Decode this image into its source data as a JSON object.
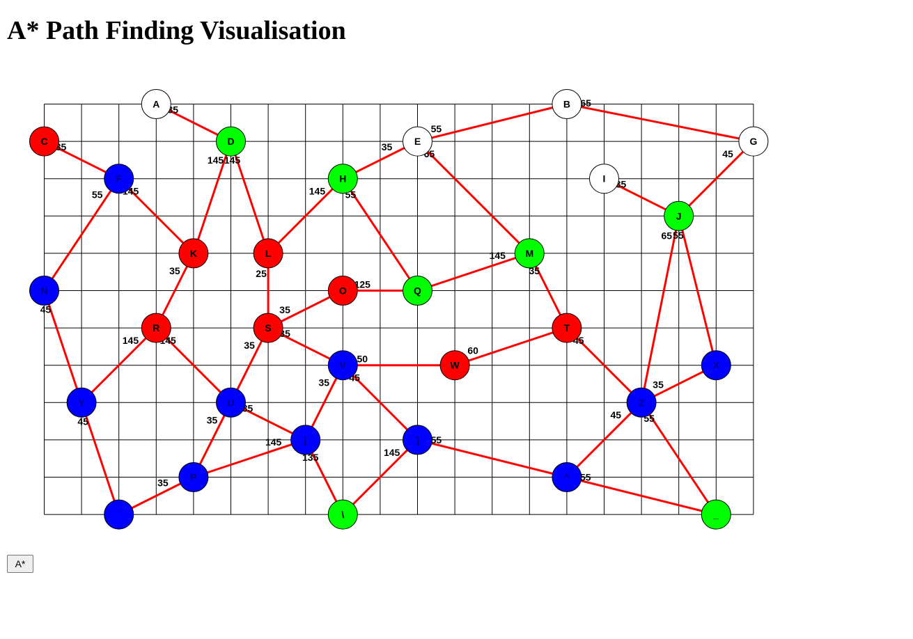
{
  "page": {
    "title": "A* Path Finding Visualisation",
    "run_button_label": "A*"
  },
  "colors": {
    "edge": "#ff0000",
    "grid": "#000000",
    "open": "#00ff00",
    "closed": "#ff0000",
    "unvisited": "#0000ff",
    "start": "#ffffff"
  },
  "graph": {
    "grid": {
      "cols": 19,
      "rows": 11
    },
    "nodes": [
      {
        "id": "A",
        "col": 3,
        "row": 0,
        "state": "start"
      },
      {
        "id": "B",
        "col": 14,
        "row": 0,
        "state": "start"
      },
      {
        "id": "C",
        "col": 0,
        "row": 1,
        "state": "closed"
      },
      {
        "id": "D",
        "col": 5,
        "row": 1,
        "state": "open"
      },
      {
        "id": "E",
        "col": 10,
        "row": 1,
        "state": "start"
      },
      {
        "id": "G",
        "col": 19,
        "row": 1,
        "state": "start"
      },
      {
        "id": "F",
        "col": 2,
        "row": 2,
        "state": "unvisited"
      },
      {
        "id": "H",
        "col": 8,
        "row": 2,
        "state": "open"
      },
      {
        "id": "I",
        "col": 15,
        "row": 2,
        "state": "start"
      },
      {
        "id": "J",
        "col": 17,
        "row": 3,
        "state": "open"
      },
      {
        "id": "K",
        "col": 4,
        "row": 4,
        "state": "closed"
      },
      {
        "id": "L",
        "col": 6,
        "row": 4,
        "state": "closed"
      },
      {
        "id": "M",
        "col": 13,
        "row": 4,
        "state": "open"
      },
      {
        "id": "N",
        "col": 0,
        "row": 5,
        "state": "unvisited"
      },
      {
        "id": "O",
        "col": 8,
        "row": 5,
        "state": "closed"
      },
      {
        "id": "Q",
        "col": 10,
        "row": 5,
        "state": "open"
      },
      {
        "id": "R",
        "col": 3,
        "row": 6,
        "state": "closed"
      },
      {
        "id": "S",
        "col": 6,
        "row": 6,
        "state": "closed"
      },
      {
        "id": "T",
        "col": 14,
        "row": 6,
        "state": "closed"
      },
      {
        "id": "V",
        "col": 8,
        "row": 7,
        "state": "unvisited"
      },
      {
        "id": "W",
        "col": 11,
        "row": 7,
        "state": "closed"
      },
      {
        "id": "X",
        "col": 18,
        "row": 7,
        "state": "unvisited"
      },
      {
        "id": "Y",
        "col": 1,
        "row": 8,
        "state": "unvisited"
      },
      {
        "id": "U",
        "col": 5,
        "row": 8,
        "state": "unvisited"
      },
      {
        "id": "Z",
        "col": 16,
        "row": 8,
        "state": "unvisited"
      },
      {
        "id": "[",
        "col": 7,
        "row": 9,
        "state": "unvisited"
      },
      {
        "id": "]",
        "col": 10,
        "row": 9,
        "state": "unvisited"
      },
      {
        "id": "P",
        "col": 4,
        "row": 10,
        "state": "unvisited"
      },
      {
        "id": "^",
        "col": 14,
        "row": 10,
        "state": "unvisited"
      },
      {
        "id": "`",
        "col": 2,
        "row": 11,
        "state": "unvisited"
      },
      {
        "id": "\\",
        "col": 8,
        "row": 11,
        "state": "open"
      },
      {
        "id": "_",
        "col": 18,
        "row": 11,
        "state": "open"
      }
    ],
    "edges": [
      {
        "from": "A",
        "to": "D",
        "weight": "35"
      },
      {
        "from": "C",
        "to": "F",
        "weight": "35"
      },
      {
        "from": "D",
        "to": "K",
        "weight": "145"
      },
      {
        "from": "D",
        "to": "L",
        "weight": "145"
      },
      {
        "from": "F",
        "to": "K",
        "weight": "145"
      },
      {
        "from": "F",
        "to": "N",
        "weight": "55"
      },
      {
        "from": "E",
        "to": "H",
        "weight": "35"
      },
      {
        "from": "E",
        "to": "B",
        "weight": "55"
      },
      {
        "from": "B",
        "to": "G",
        "weight": "65"
      },
      {
        "from": "E",
        "to": "M",
        "weight": "65"
      },
      {
        "from": "H",
        "to": "L",
        "weight": "145"
      },
      {
        "from": "H",
        "to": "Q",
        "weight": "55"
      },
      {
        "from": "I",
        "to": "J",
        "weight": "35"
      },
      {
        "from": "G",
        "to": "J",
        "weight": "45"
      },
      {
        "from": "J",
        "to": "Z",
        "weight": "65"
      },
      {
        "from": "J",
        "to": "X",
        "weight": "55"
      },
      {
        "from": "M",
        "to": "Q",
        "weight": "145"
      },
      {
        "from": "M",
        "to": "T",
        "weight": "35"
      },
      {
        "from": "K",
        "to": "R",
        "weight": "35"
      },
      {
        "from": "L",
        "to": "S",
        "weight": "25"
      },
      {
        "from": "O",
        "to": "Q",
        "weight": "125"
      },
      {
        "from": "S",
        "to": "O",
        "weight": "35"
      },
      {
        "from": "S",
        "to": "V",
        "weight": "35"
      },
      {
        "from": "S",
        "to": "U",
        "weight": "35"
      },
      {
        "from": "N",
        "to": "Y",
        "weight": "45"
      },
      {
        "from": "R",
        "to": "Y",
        "weight": "145"
      },
      {
        "from": "R",
        "to": "U",
        "weight": "145"
      },
      {
        "from": "V",
        "to": "W",
        "weight": "50"
      },
      {
        "from": "W",
        "to": "T",
        "weight": "60"
      },
      {
        "from": "T",
        "to": "Z",
        "weight": "45"
      },
      {
        "from": "Z",
        "to": "X",
        "weight": "35"
      },
      {
        "from": "V",
        "to": "[",
        "weight": "35"
      },
      {
        "from": "V",
        "to": "]",
        "weight": "45"
      },
      {
        "from": "U",
        "to": "[",
        "weight": "35"
      },
      {
        "from": "U",
        "to": "P",
        "weight": "35"
      },
      {
        "from": "[",
        "to": "P",
        "weight": "145"
      },
      {
        "from": "[",
        "to": "\\",
        "weight": "135"
      },
      {
        "from": "]",
        "to": "\\",
        "weight": "145"
      },
      {
        "from": "]",
        "to": "^",
        "weight": "55"
      },
      {
        "from": "Z",
        "to": "^",
        "weight": "45"
      },
      {
        "from": "Z",
        "to": "_",
        "weight": "55"
      },
      {
        "from": "^",
        "to": "_",
        "weight": "55"
      },
      {
        "from": "Y",
        "to": "`",
        "weight": "45"
      },
      {
        "from": "P",
        "to": "`",
        "weight": "35"
      }
    ]
  }
}
